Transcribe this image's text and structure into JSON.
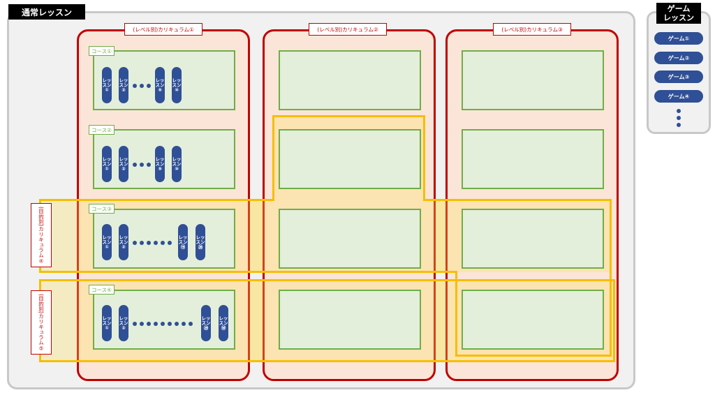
{
  "main": {
    "title": "通常レッスン"
  },
  "game": {
    "title_line1": "ゲーム",
    "title_line2": "レッスン",
    "items": [
      "ゲーム①",
      "ゲーム②",
      "ゲーム③",
      "ゲーム④"
    ]
  },
  "level_curricula": [
    "(レベル別)カリキュラム①",
    "(レベル別)カリキュラム②",
    "(レベル別)カリキュラム③"
  ],
  "purpose_curricula": [
    "(目的別)カリキュラム④",
    "(目的別)カリキュラム⑤"
  ],
  "courses": [
    {
      "label": "コース①",
      "first": [
        "①",
        "②"
      ],
      "last": [
        "⑨",
        "⑩"
      ]
    },
    {
      "label": "コース②",
      "first": [
        "①",
        "②"
      ],
      "last": [
        "⑨",
        "⑩"
      ]
    },
    {
      "label": "コース③",
      "first": [
        "①",
        "②"
      ],
      "last": [
        "⑲",
        "⑳"
      ]
    },
    {
      "label": "コース④",
      "first": [
        "①",
        "②"
      ],
      "last": [
        "㉙",
        "㉚"
      ]
    }
  ],
  "lesson_word": "レッスン",
  "colors": {
    "curriculum_border": "#c00000",
    "purpose_border": "#f6be00",
    "course_border": "#70ad47",
    "lesson_fill": "#2f4f96"
  }
}
